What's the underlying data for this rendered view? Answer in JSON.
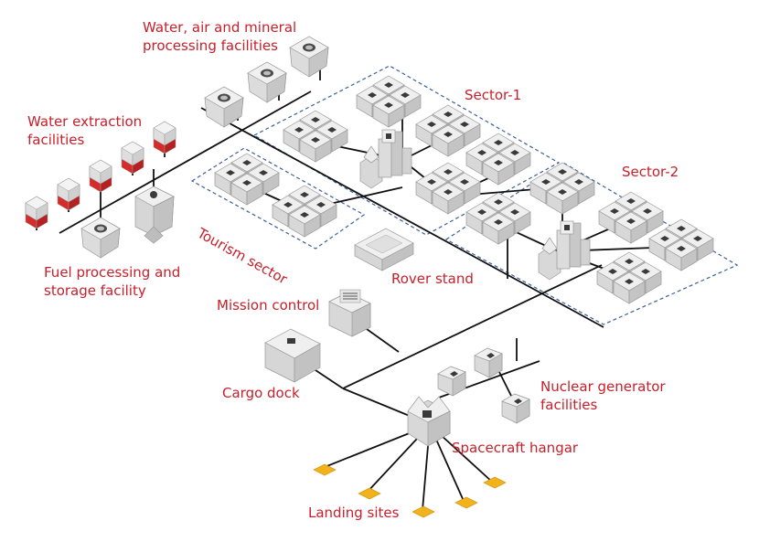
{
  "labels": {
    "water_air": "Water, air and mineral\nprocessing facilities",
    "water_extraction": "Water extraction\nfacilities",
    "fuel": "Fuel processing and\nstorage facility",
    "sector1": "Sector-1",
    "sector2": "Sector-2",
    "tourism": "Tourism sector",
    "rover": "Rover stand",
    "mission": "Mission control",
    "cargo": "Cargo dock",
    "nuclear": "Nuclear generator\nfacilities",
    "hangar": "Spacecraft hangar",
    "landing": "Landing sites"
  },
  "colors": {
    "label": "#c8202a",
    "sector_border": "#3a5f9e",
    "network_line": "#111111",
    "landing_pad": "#f2b21c",
    "module_top": "#ececec",
    "module_left": "#d6d6d6",
    "module_right": "#c2c2c2",
    "tank_stripe": "#d42b2b"
  }
}
